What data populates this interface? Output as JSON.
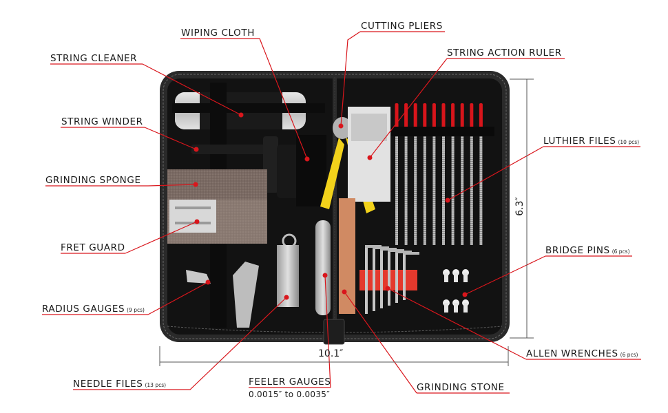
{
  "labels": {
    "wiping_cloth": "WIPING CLOTH",
    "cutting_pliers": "CUTTING PLIERS",
    "string_cleaner": "STRING CLEANER",
    "string_action_ruler": "STRING ACTION RULER",
    "string_winder": "STRING WINDER",
    "luthier_files": "LUTHIER FILES",
    "luthier_files_count": "(10 pcs)",
    "grinding_sponge": "GRINDING SPONGE",
    "fret_guard": "FRET GUARD",
    "bridge_pins": "BRIDGE PINS",
    "bridge_pins_count": "(6 pcs)",
    "radius_gauges": "RADIUS GAUGES",
    "radius_gauges_count": "(9 pcs)",
    "allen_wrenches": "ALLEN WRENCHES",
    "allen_wrenches_count": "(6 pcs)",
    "needle_files": "NEEDLE FILES",
    "needle_files_count": "(13 pcs)",
    "feeler_gauges": "FEELER GAUGES",
    "feeler_gauges_range": "0.0015″ to 0.0035″",
    "grinding_stone": "GRINDING STONE"
  },
  "dimensions": {
    "width": "10.1″",
    "height": "6.3″"
  },
  "colors": {
    "leader": "#d9161c",
    "case": "#1b1b1b",
    "interior": "#111111",
    "accent_yellow": "#f2d21b"
  }
}
